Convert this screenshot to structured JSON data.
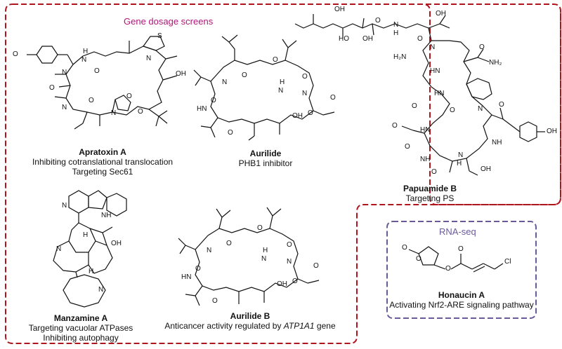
{
  "panels": {
    "gene_dosage": {
      "title": "Gene dosage screens",
      "color": "#b0141c"
    },
    "rnaseq": {
      "title": "RNA-seq",
      "color": "#6b5a9a"
    }
  },
  "compounds": {
    "apratoxin_a": {
      "name": "Apratoxin A",
      "lines": [
        "Inhibiting cotranslational translocation",
        "Targeting Sec61"
      ]
    },
    "aurilide": {
      "name": "Aurilide",
      "lines": [
        "PHB1 inhibitor"
      ]
    },
    "papuamide_b": {
      "name": "Papuamide B",
      "lines": [
        "Targeting PS"
      ]
    },
    "manzamine_a": {
      "name": "Manzamine A",
      "lines": [
        "Targeting vacuolar ATPases",
        "Inhibiting autophagy"
      ]
    },
    "aurilide_b": {
      "name": "Aurilide B",
      "line_prefix": "Anticancer activity regulated by ",
      "line_gene": "ATP1A1",
      "line_suffix": " gene"
    },
    "honaucin_a": {
      "name": "Honaucin A",
      "lines": [
        "Activating Nrf2-ARE signaling pathway"
      ]
    }
  },
  "atoms": {
    "O": "O",
    "N": "N",
    "S": "S",
    "NH": "NH",
    "HN": "HN",
    "OH": "OH",
    "HO": "HO",
    "H": "H",
    "H2N": "H₂N",
    "NH2": "NH₂",
    "Cl": "Cl"
  }
}
